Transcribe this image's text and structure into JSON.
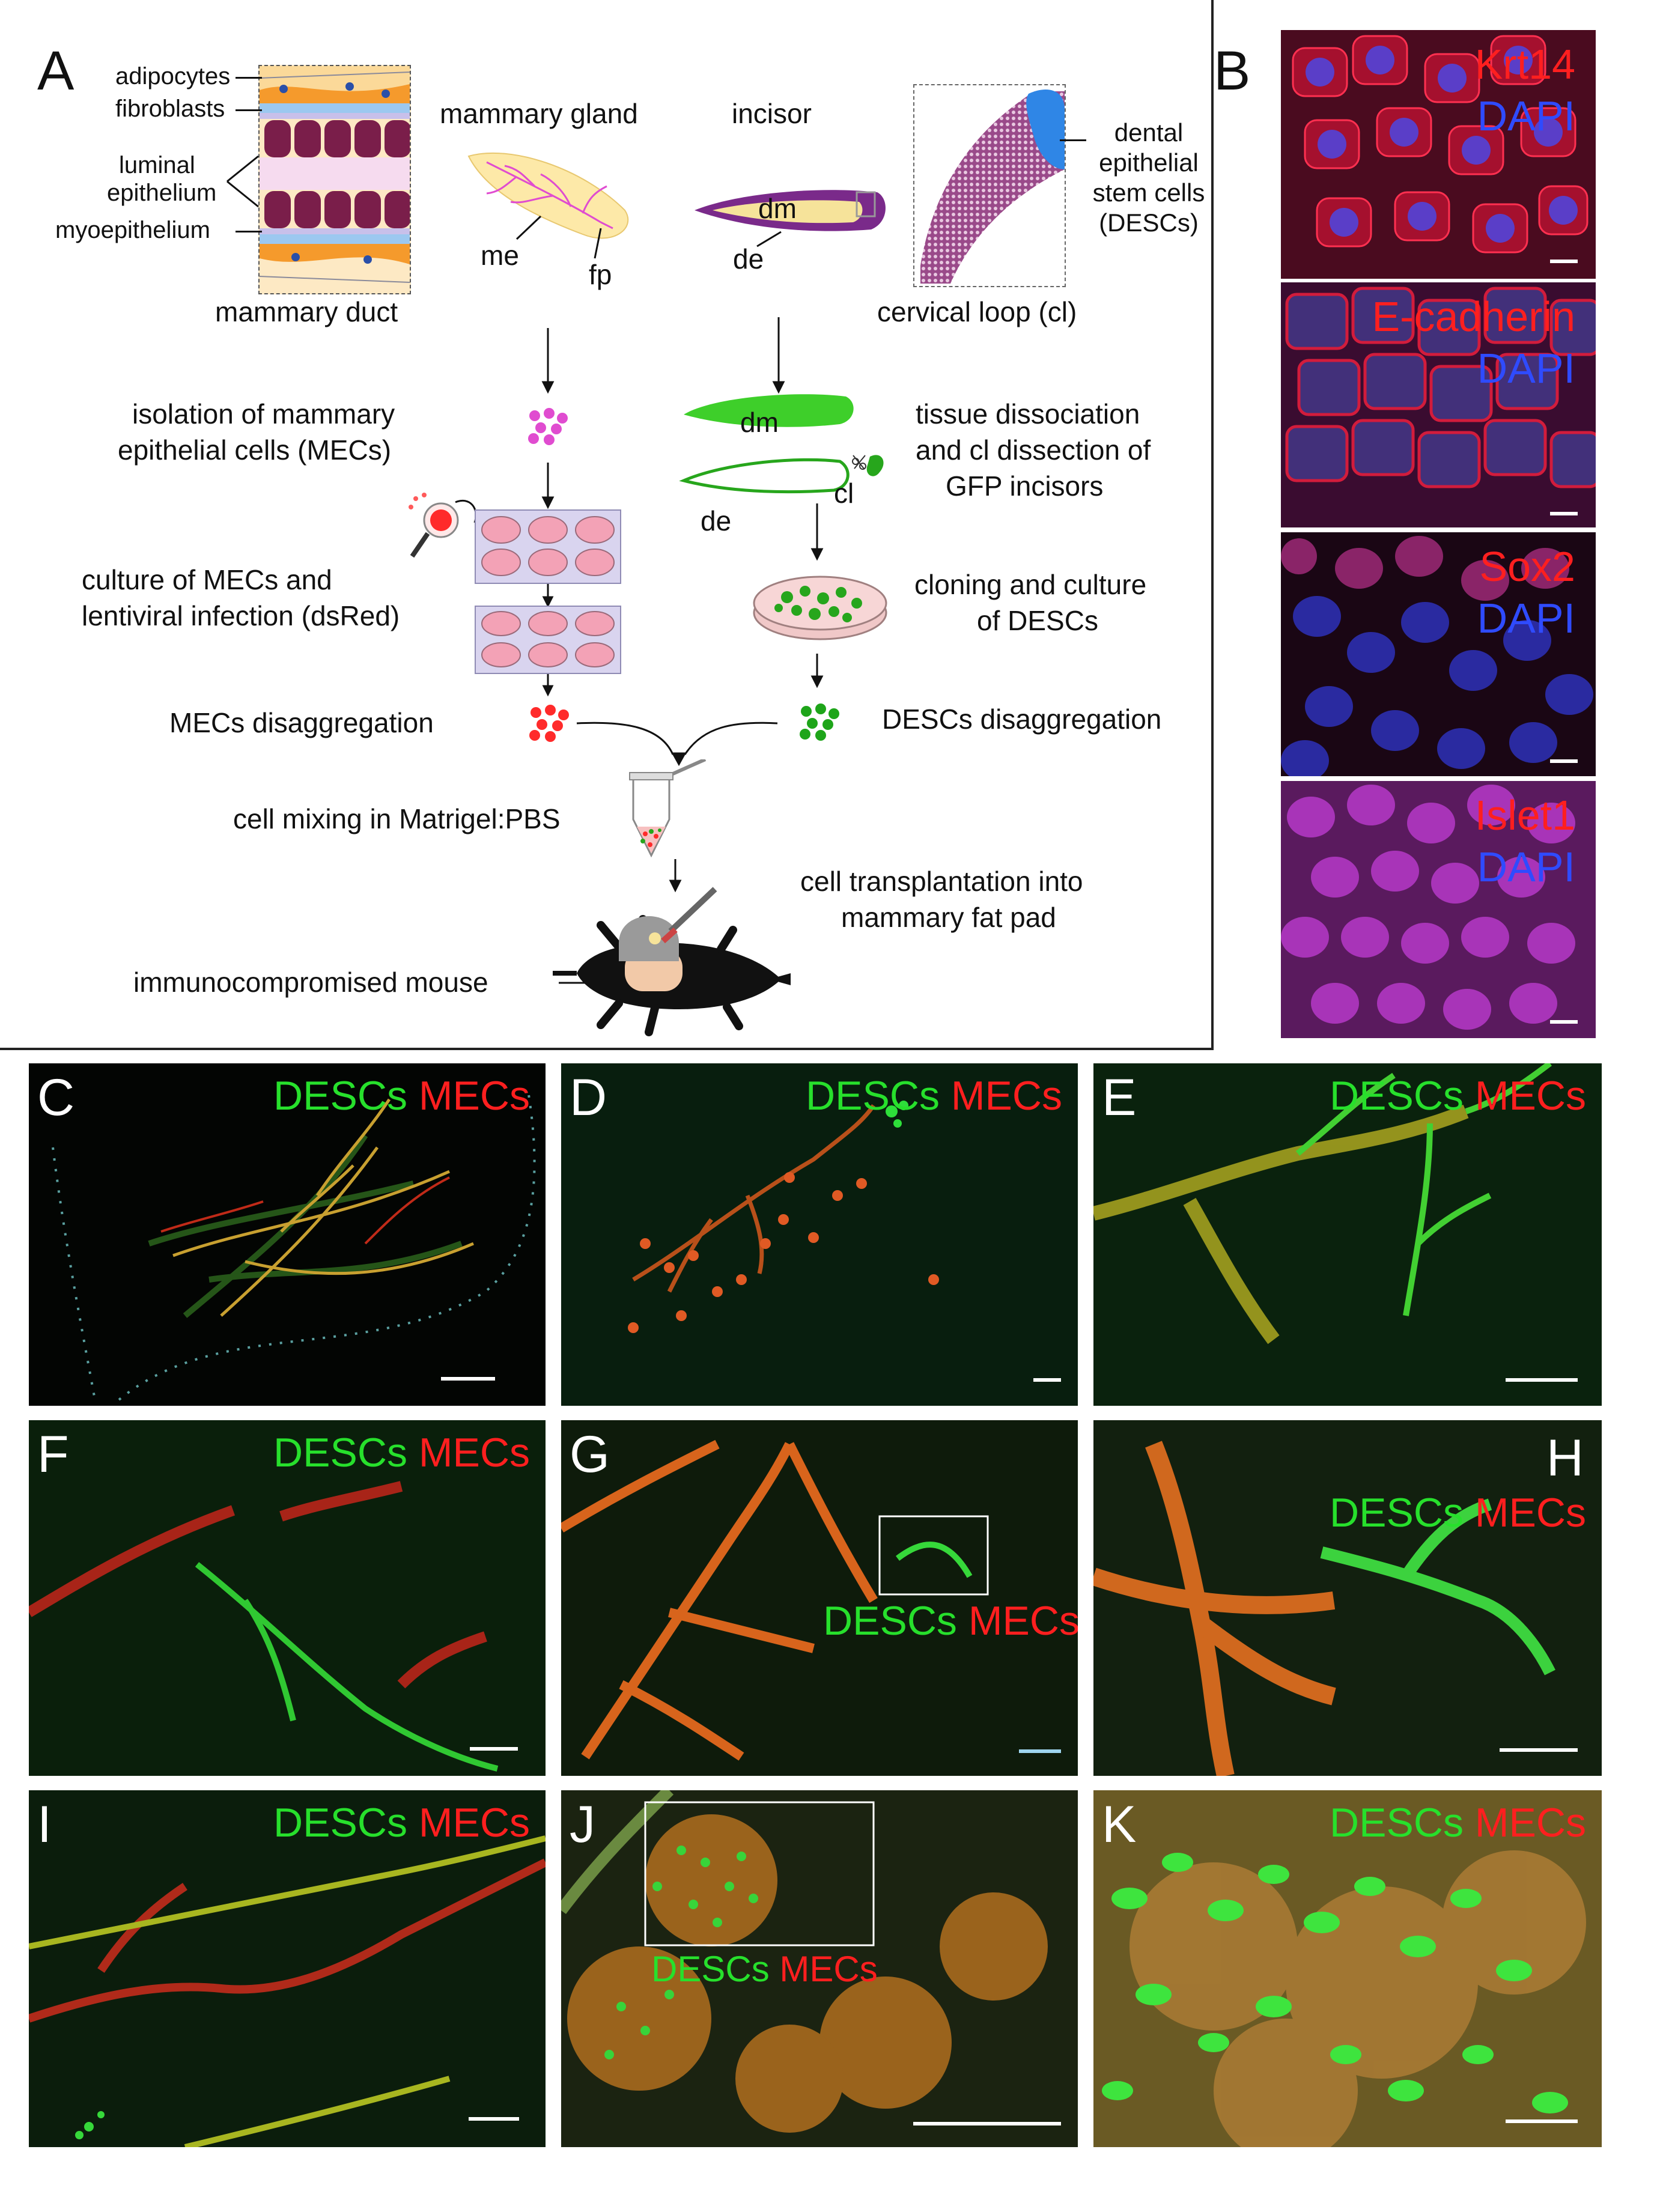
{
  "panelA": {
    "letter": "A",
    "duct_labels": {
      "adipocytes": "adipocytes",
      "fibroblasts": "fibroblasts",
      "luminal": "luminal",
      "epithelium": "epithelium",
      "myoepithelium": "myoepithelium",
      "mammary_duct": "mammary duct"
    },
    "mammary_gland": "mammary gland",
    "me": "me",
    "fp": "fp",
    "incisor": "incisor",
    "dm": "dm",
    "de": "de",
    "cervical_loop": "cervical loop (cl)",
    "desc_label": [
      "dental",
      "epithelial",
      "stem cells",
      "(DESCs)"
    ],
    "isolation": [
      "isolation of mammary",
      "epithelial cells (MECs)"
    ],
    "dissociation": [
      "tissue dissociation",
      "and cl dissection of",
      "GFP incisors"
    ],
    "dm2": "dm",
    "de2": "de",
    "cl": "cl",
    "culture_mecs": [
      "culture of MECs and",
      "lentiviral infection (dsRed)"
    ],
    "cloning": [
      "cloning and culture",
      "of DESCs"
    ],
    "mecs_disagg": "MECs disaggregation",
    "descs_disagg": "DESCs disaggregation",
    "mixing": "cell mixing in Matrigel:PBS",
    "transplant": [
      "cell transplantation into",
      "mammary fat pad"
    ],
    "mouse": "immunocompromised mouse"
  },
  "panelB": {
    "letter": "B",
    "stains": [
      {
        "marker": "Krt14",
        "counter": "DAPI"
      },
      {
        "marker": "E-cadherin",
        "counter": "DAPI"
      },
      {
        "marker": "Sox2",
        "counter": "DAPI"
      },
      {
        "marker": "Islet1",
        "counter": "DAPI"
      }
    ]
  },
  "micrographs": [
    {
      "letter": "C",
      "green": "DESCs",
      "red": "MECs"
    },
    {
      "letter": "D",
      "green": "DESCs",
      "red": "MECs"
    },
    {
      "letter": "E",
      "green": "DESCs",
      "red": "MECs"
    },
    {
      "letter": "F",
      "green": "DESCs",
      "red": "MECs"
    },
    {
      "letter": "G",
      "green": "DESCs",
      "red": "MECs"
    },
    {
      "letter": "H",
      "green": "DESCs",
      "red": "MECs"
    },
    {
      "letter": "I",
      "green": "DESCs",
      "red": "MECs"
    },
    {
      "letter": "J",
      "green": "DESCs",
      "red": "MECs"
    },
    {
      "letter": "K",
      "green": "DESCs",
      "red": "MECs"
    }
  ],
  "colors": {
    "marker_red": "#ff1f1f",
    "dapi_blue": "#2f4bff",
    "desc_green": "#27e02c",
    "mammary_pink": "#e04cd0",
    "dentin_yellow": "#f6e39a",
    "dentin_purple": "#7a2a8a"
  }
}
